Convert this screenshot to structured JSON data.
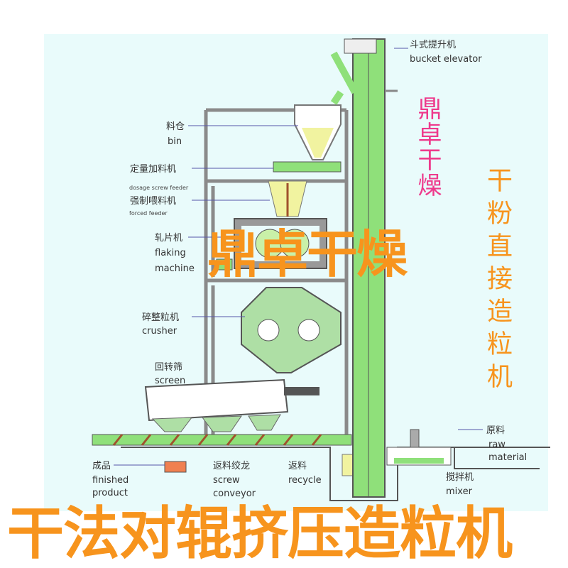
{
  "labels": {
    "bucket_elevator_cn": "斗式提升机",
    "bucket_elevator_en": "bucket elevator",
    "bin_cn": "料仓",
    "bin_en": "bin",
    "dosage_cn": "定量加料机",
    "dosage_en": "dosage screw feeder",
    "forced_cn": "强制喂料机",
    "forced_en": "forced feeder",
    "flaking_cn": "轧片机",
    "flaking_en1": "flaking",
    "flaking_en2": "machine",
    "crusher_cn": "碎整粒机",
    "crusher_en": "crusher",
    "screen_cn": "回转筛",
    "screen_en": "screen",
    "finished_cn": "成品",
    "finished_en1": "finished",
    "finished_en2": "product",
    "screw_cn": "返料绞龙",
    "screw_en1": "screw",
    "screw_en2": "conveyor",
    "recycle_cn": "返料",
    "recycle_en": "recycle",
    "raw_cn": "原料",
    "raw_en1": "raw",
    "raw_en2": "material",
    "mixer_cn": "搅拌机",
    "mixer_en": "mixer"
  },
  "watermark": "鼎卓干燥",
  "side_brand": "鼎卓干燥",
  "side_product": "干粉直接造粒机",
  "footer_title": "干法对辊挤压造粒机",
  "colors": {
    "orange": "#f7941d",
    "pink": "#ee3a8c",
    "green": "#8fe07a",
    "frame": "#9a9a9a",
    "bg": "#e9fbfb"
  }
}
